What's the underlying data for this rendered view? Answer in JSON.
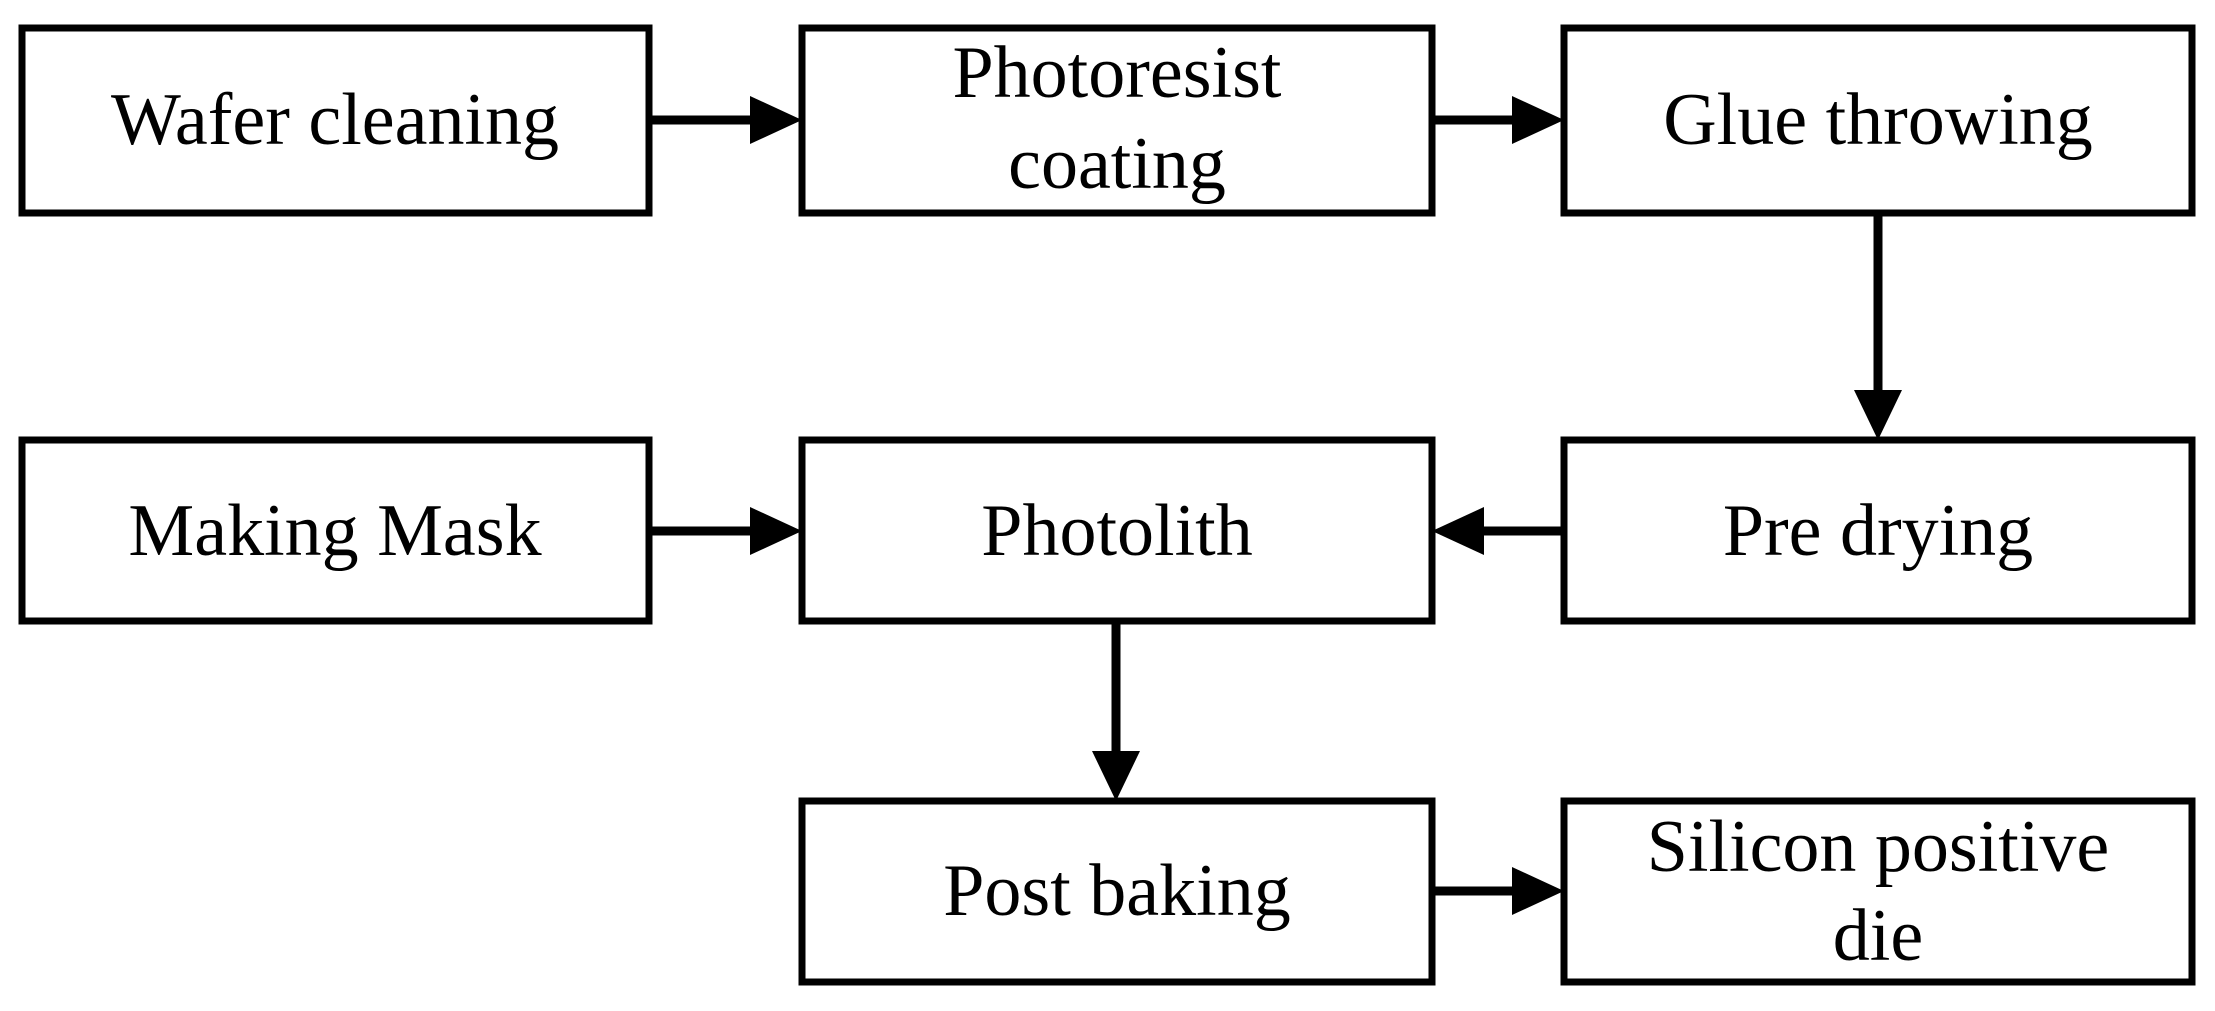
{
  "nodes": {
    "wafer_cleaning": {
      "lines": [
        "Wafer cleaning"
      ]
    },
    "photoresist_coating": {
      "lines": [
        "Photoresist",
        "coating"
      ]
    },
    "glue_throwing": {
      "lines": [
        "Glue throwing"
      ]
    },
    "making_mask": {
      "lines": [
        "Making Mask"
      ]
    },
    "photolith": {
      "lines": [
        "Photolith"
      ]
    },
    "pre_drying": {
      "lines": [
        "Pre drying"
      ]
    },
    "post_baking": {
      "lines": [
        "Post baking"
      ]
    },
    "silicon_positive_die": {
      "lines": [
        "Silicon positive",
        "die"
      ]
    }
  },
  "edges": [
    {
      "from": "wafer_cleaning",
      "to": "photoresist_coating"
    },
    {
      "from": "photoresist_coating",
      "to": "glue_throwing"
    },
    {
      "from": "glue_throwing",
      "to": "pre_drying"
    },
    {
      "from": "pre_drying",
      "to": "photolith"
    },
    {
      "from": "making_mask",
      "to": "photolith"
    },
    {
      "from": "photolith",
      "to": "post_baking"
    },
    {
      "from": "post_baking",
      "to": "silicon_positive_die"
    }
  ],
  "colors": {
    "stroke": "#000000",
    "fill": "#ffffff",
    "text": "#000000"
  }
}
